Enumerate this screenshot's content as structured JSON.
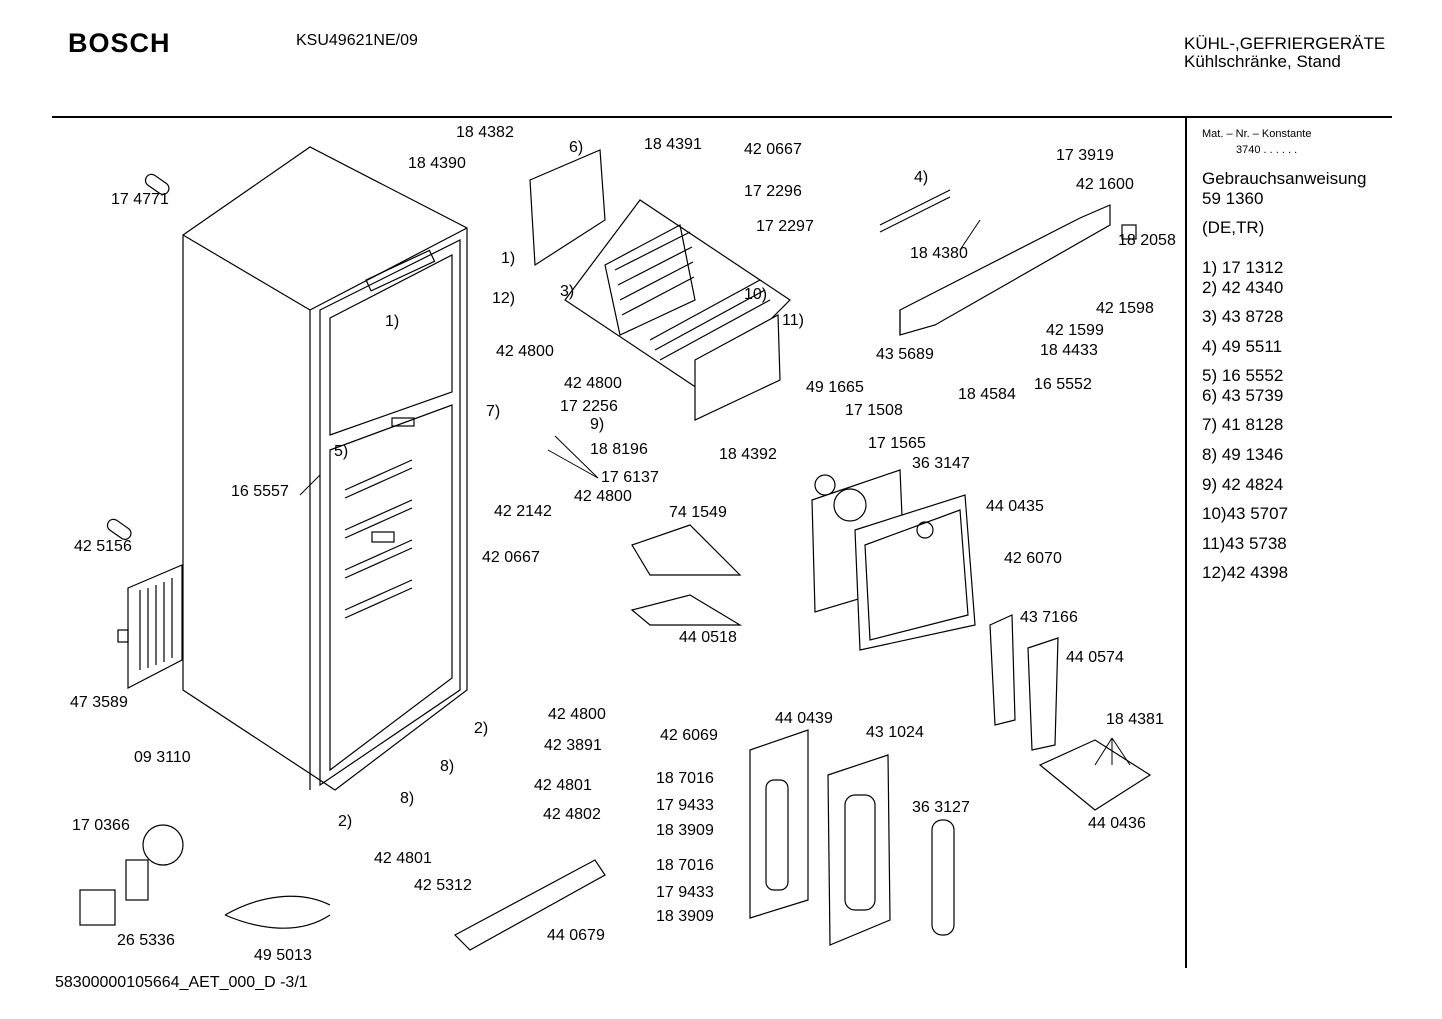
{
  "header": {
    "brand": "BOSCH",
    "model": "KSU49621NE/09",
    "category_line1": "KÜHL-,GEFRIERGERÄTE",
    "category_line2": "Kühlschränke, Stand"
  },
  "sidebar": {
    "mat_nr_label": "Mat. – Nr. – Konstante",
    "mat_nr_value": "3740 .  .     .  .  .  .",
    "manual_label": "Gebrauchsanweisung",
    "manual_number": "59 1360",
    "manual_lang": "(DE,TR)",
    "legend": [
      "1)  17 1312",
      "2)  42 4340",
      "3)  43 8728",
      "4)  49 5511",
      "5)  16 5552",
      "6)  43 5739",
      "7)  41 8128",
      "8)  49 1346",
      "9)  42 4824",
      "10)43 5707",
      "11)43 5738",
      "12)42 4398"
    ]
  },
  "parts": [
    "18 4382",
    "6)",
    "18 4390",
    "18 4391",
    "42 0667",
    "17 2296",
    "17 2297",
    "17 4771",
    "1)",
    "12)",
    "42 4800",
    "3)",
    "10)",
    "11)",
    "1)",
    "4)",
    "17 3919",
    "42 1600",
    "18 4380",
    "18 2058",
    "42 1598",
    "42 1599",
    "18 4433",
    "43 5689",
    "16 5552",
    "18 4584",
    "42 4800",
    "17 2256",
    "7)",
    "9)",
    "18 8196",
    "17 6137",
    "42 4800",
    "42 2142",
    "5)",
    "16 5557",
    "18 4392",
    "49 1665",
    "17 1508",
    "17 1565",
    "36 3147",
    "44 0435",
    "42 6070",
    "42 5156",
    "74 1549",
    "42 0667",
    "44 0518",
    "43 7166",
    "44 0574",
    "47 3589",
    "09 3110",
    "42 4800",
    "2)",
    "42 3891",
    "8)",
    "42 4801",
    "8)",
    "42 4802",
    "42 6069",
    "44 0439",
    "43 1024",
    "18 4381",
    "18 7016",
    "17 9433",
    "18 3909",
    "18 7016",
    "17 9433",
    "18 3909",
    "36 3127",
    "44 0436",
    "17 0366",
    "2)",
    "42 4801",
    "42 5312",
    "44 0679",
    "26 5336",
    "49 5013"
  ],
  "footer": {
    "doc_number": "58300000105664_AET_000_D -3/1"
  }
}
